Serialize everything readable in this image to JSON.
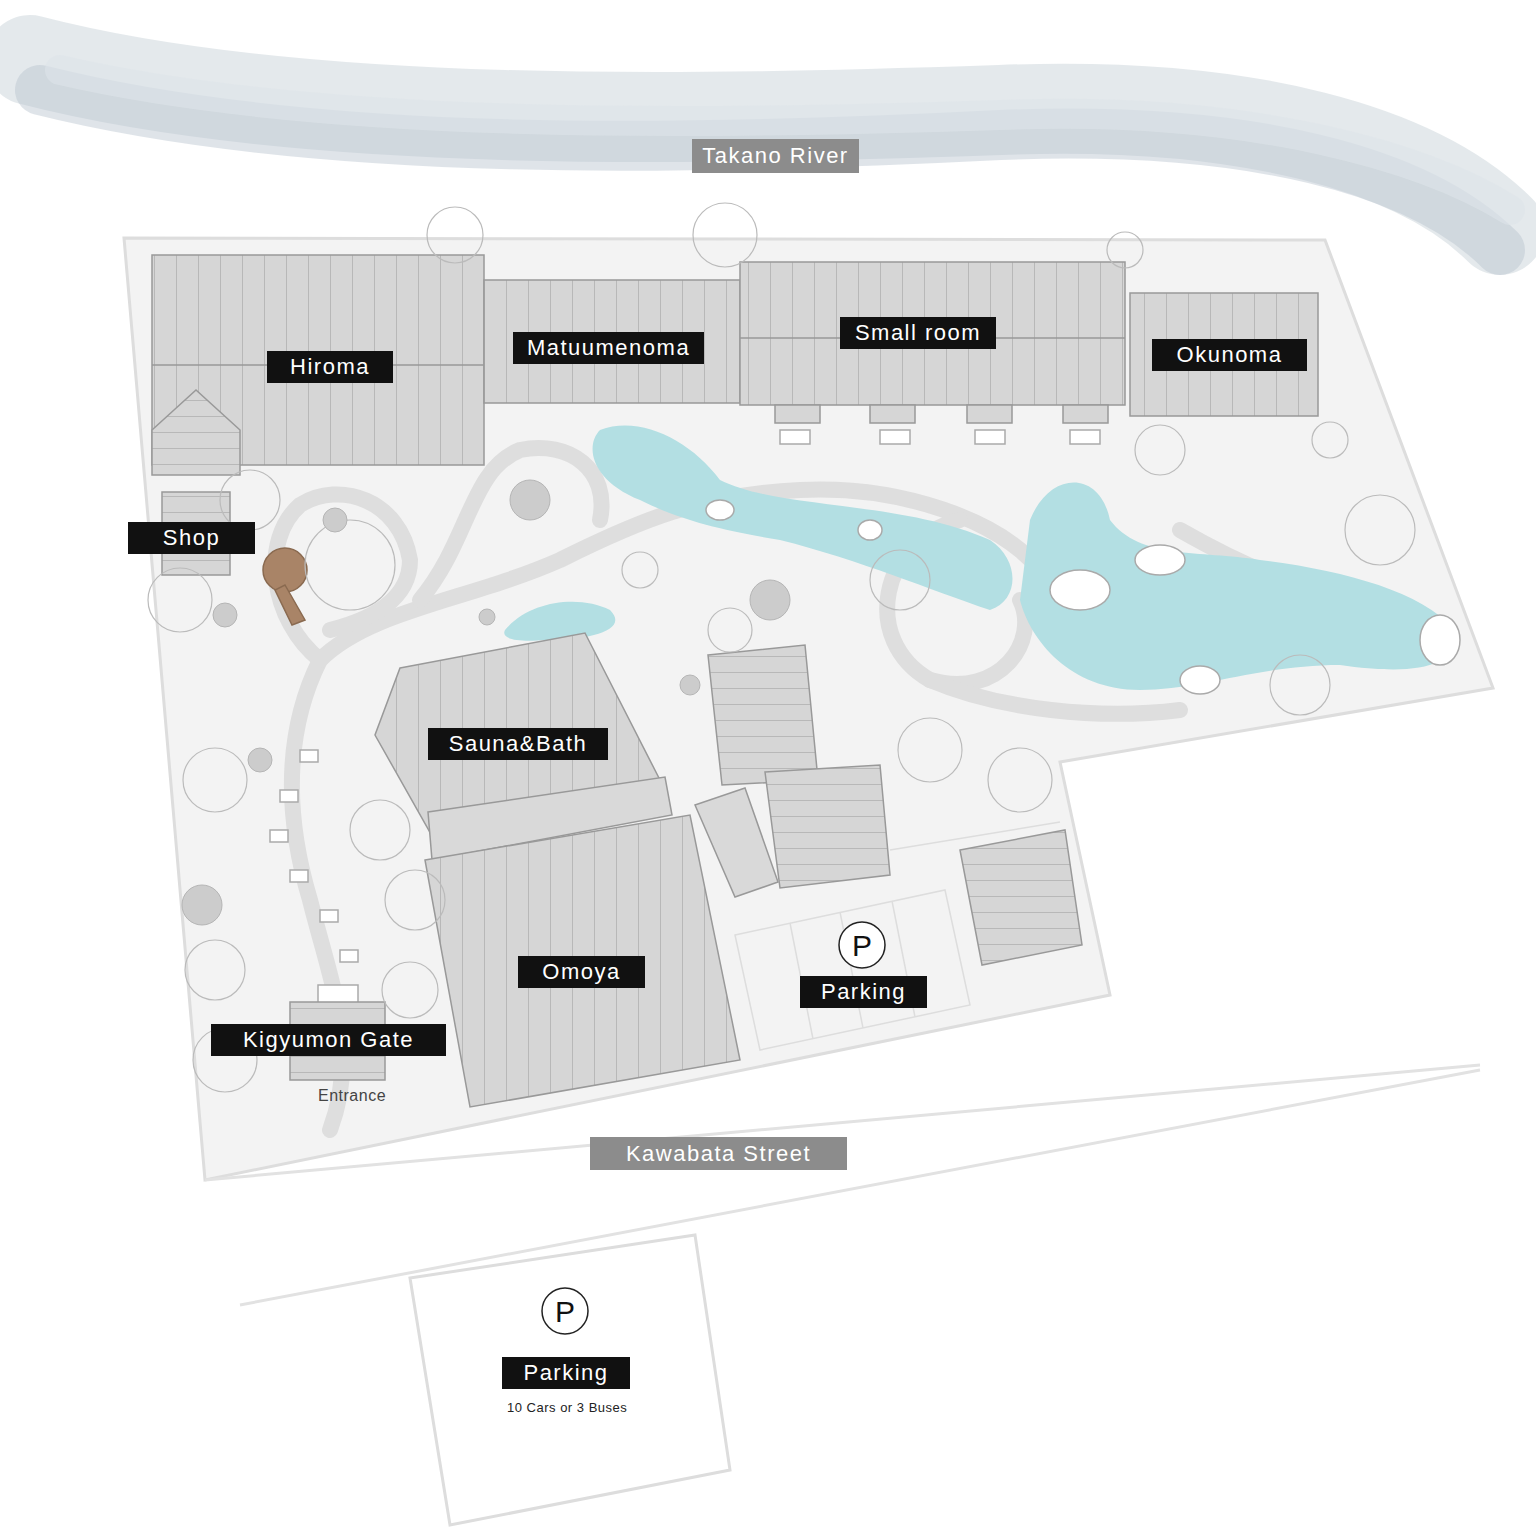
{
  "diagram": {
    "nodes": [
      {
        "text": [
          "Takano River"
        ]
      },
      {
        "text": [
          "Hiroma"
        ]
      },
      {
        "text": [
          "Matuumenoma"
        ]
      },
      {
        "text": [
          "Small room"
        ]
      },
      {
        "text": [
          "Okunoma"
        ]
      },
      {
        "text": [
          "Shop"
        ]
      },
      {
        "text": [
          "Sauna&Bath"
        ]
      },
      {
        "text": [
          "Omoya"
        ]
      },
      {
        "text": [
          "Parking"
        ]
      },
      {
        "text": [
          "Kigyumon Gate"
        ]
      },
      {
        "text": [
          "Kawabata Street"
        ]
      },
      {
        "text": [
          "Parking"
        ]
      }
    ],
    "labels": [
      "P",
      "Entrance",
      "P",
      "10 Cars or 3 Buses"
    ]
  }
}
